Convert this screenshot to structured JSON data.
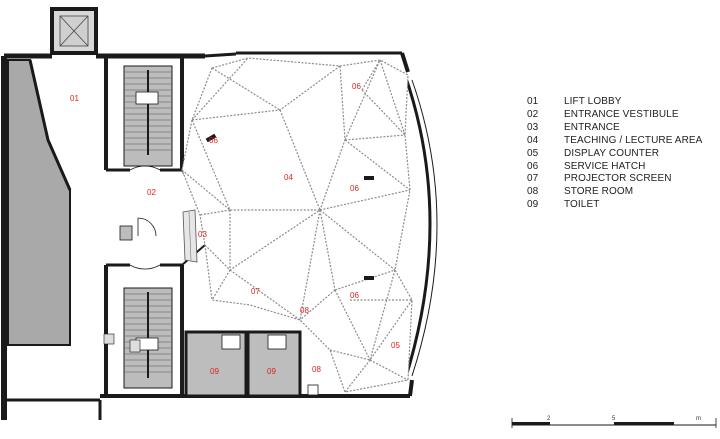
{
  "room_tags": [
    "01",
    "02",
    "03",
    "04",
    "05",
    "06",
    "07",
    "08",
    "09"
  ],
  "legend": [
    {
      "num": "01",
      "label": "LIFT LOBBY"
    },
    {
      "num": "02",
      "label": "ENTRANCE VESTIBULE"
    },
    {
      "num": "03",
      "label": "ENTRANCE"
    },
    {
      "num": "04",
      "label": "TEACHING / LECTURE AREA"
    },
    {
      "num": "05",
      "label": "DISPLAY COUNTER"
    },
    {
      "num": "06",
      "label": "SERVICE HATCH"
    },
    {
      "num": "07",
      "label": "PROJECTOR SCREEN"
    },
    {
      "num": "08",
      "label": "STORE ROOM"
    },
    {
      "num": "09",
      "label": "TOILET"
    }
  ],
  "scale_bar": {
    "ticks": [
      "2",
      "5",
      "m"
    ]
  },
  "colors": {
    "wall": "#1a1a1a",
    "shaft_fill": "#a9a9a9",
    "room_fill": "#bdbdbd",
    "tag": "#e0221c",
    "fold_line": "#8c8c8c"
  }
}
